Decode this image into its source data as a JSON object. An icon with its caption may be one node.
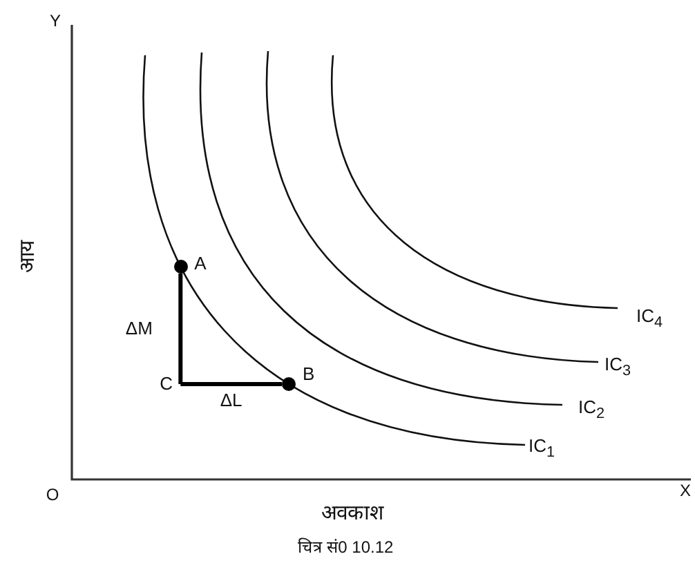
{
  "diagram": {
    "caption": "चित्र सं0 10.12",
    "nodes": [
      {
        "text": [
          "A"
        ]
      },
      {
        "text": [
          "B"
        ]
      },
      {
        "text": [
          "C"
        ]
      }
    ],
    "edges": [
      {
        "from": 0,
        "to": 2,
        "arrow": "none",
        "label": "ΔM"
      },
      {
        "from": 2,
        "to": 1,
        "arrow": "none",
        "label": "ΔL"
      }
    ],
    "labels": [
      "Y",
      "आय",
      "IC$_{4}$",
      "IC$_{3}$",
      "IC$_{2}$",
      "IC$_{1}$",
      "O",
      "X",
      "अवकाश"
    ]
  }
}
